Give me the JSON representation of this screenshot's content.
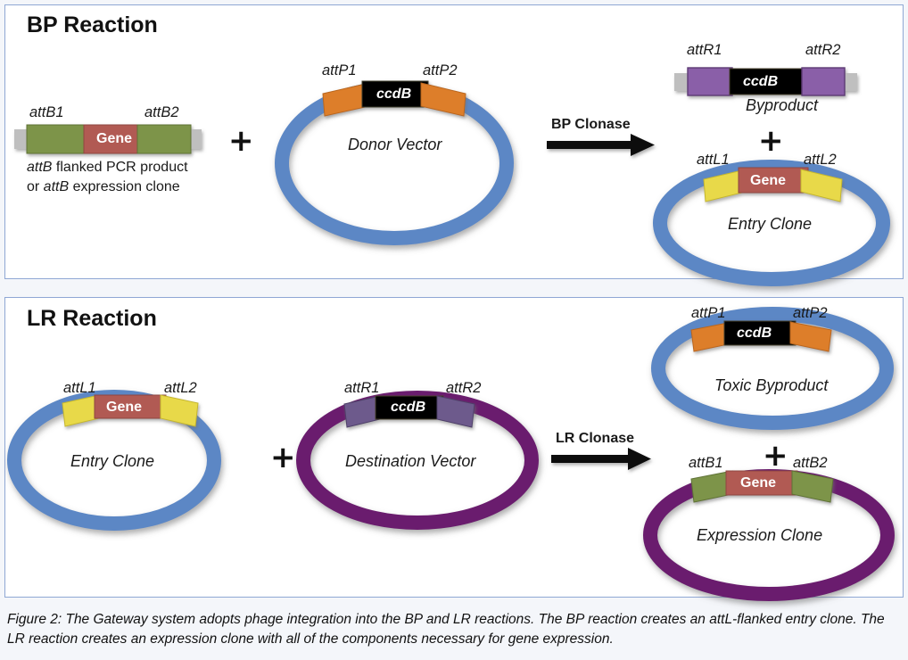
{
  "figure": {
    "caption": "Figure 2: The Gateway system adopts phage integration into the BP and LR reactions. The BP reaction creates an attL-flanked entry clone. The LR reaction creates an expression clone with all of the components necessary for gene expression."
  },
  "colors": {
    "panel_border": "#8fa7d4",
    "page_bg": "#f4f6fa",
    "blue_vector": "#5b87c5",
    "purple_vector": "#6b1f6e",
    "att_b_green": "#7d944a",
    "att_p_orange": "#dd7e2b",
    "att_l_yellow": "#e8d94a",
    "att_r_purple_bright": "#8a5fa8",
    "att_r_purple_muted": "#6d5a8c",
    "gene_red": "#b15a53",
    "ccdb_black": "#000000",
    "dna_gray": "#bfbfbf",
    "arrow_black": "#111111"
  },
  "bp_panel": {
    "title": "BP Reaction",
    "substrate": {
      "name": "attB-flanked-pcr-product",
      "left_site": "attB1",
      "right_site": "attB2",
      "insert_label": "Gene",
      "description_line1_italic": "attB",
      "description_line1_rest": " flanked PCR product",
      "description_line2_pre": "or ",
      "description_line2_italic": "attB",
      "description_line2_rest": " expression clone"
    },
    "plus_1": "+",
    "donor_vector": {
      "name": "Donor Vector",
      "left_site": "attP1",
      "right_site": "attP2",
      "insert_label": "ccdB"
    },
    "enzyme": "BP Clonase",
    "byproduct": {
      "name": "Byproduct",
      "left_site": "attR1",
      "right_site": "attR2",
      "insert_label": "ccdB"
    },
    "plus_2": "+",
    "entry_clone": {
      "name": "Entry Clone",
      "left_site": "attL1",
      "right_site": "attL2",
      "insert_label": "Gene"
    }
  },
  "lr_panel": {
    "title": "LR Reaction",
    "entry_clone": {
      "name": "Entry Clone",
      "left_site": "attL1",
      "right_site": "attL2",
      "insert_label": "Gene"
    },
    "plus_1": "+",
    "destination_vector": {
      "name": "Destination Vector",
      "left_site": "attR1",
      "right_site": "attR2",
      "insert_label": "ccdB"
    },
    "enzyme": "LR Clonase",
    "toxic_byproduct": {
      "name": "Toxic Byproduct",
      "left_site": "attP1",
      "right_site": "attP2",
      "insert_label": "ccdB"
    },
    "plus_2": "+",
    "expression_clone": {
      "name": "Expression Clone",
      "left_site": "attB1",
      "right_site": "attB2",
      "insert_label": "Gene"
    }
  }
}
